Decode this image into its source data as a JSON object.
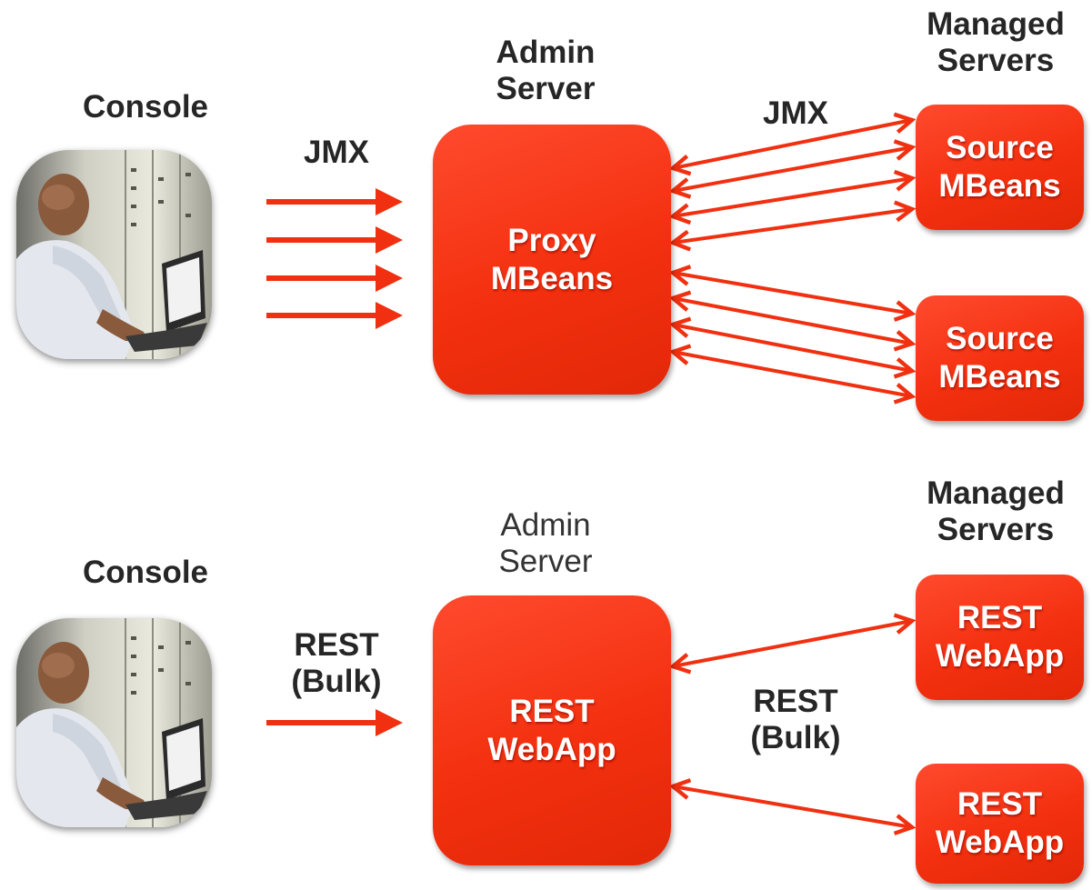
{
  "top": {
    "console_label": "Console",
    "admin_label_line1": "Admin",
    "admin_label_line2": "Server",
    "managed_label_line1": "Managed",
    "managed_label_line2": "Servers",
    "left_protocol": "JMX",
    "right_protocol": "JMX",
    "proxy_box_line1": "Proxy",
    "proxy_box_line2": "MBeans",
    "source_box1_line1": "Source",
    "source_box1_line2": "MBeans",
    "source_box2_line1": "Source",
    "source_box2_line2": "MBeans"
  },
  "bottom": {
    "console_label": "Console",
    "admin_label_line1": "Admin",
    "admin_label_line2": "Server",
    "managed_label_line1": "Managed",
    "managed_label_line2": "Servers",
    "left_protocol_line1": "REST",
    "left_protocol_line2": "(Bulk)",
    "right_protocol_line1": "REST",
    "right_protocol_line2": "(Bulk)",
    "rest_box_line1": "REST",
    "rest_box_line2": "WebApp",
    "managed_box1_line1": "REST",
    "managed_box1_line2": "WebApp",
    "managed_box2_line1": "REST",
    "managed_box2_line2": "WebApp"
  },
  "colors": {
    "box_fill": "#f3300f",
    "arrow": "#f03010",
    "label_text": "#262626"
  },
  "icons": {
    "console_photo": "person-at-server-rack-laptop"
  }
}
